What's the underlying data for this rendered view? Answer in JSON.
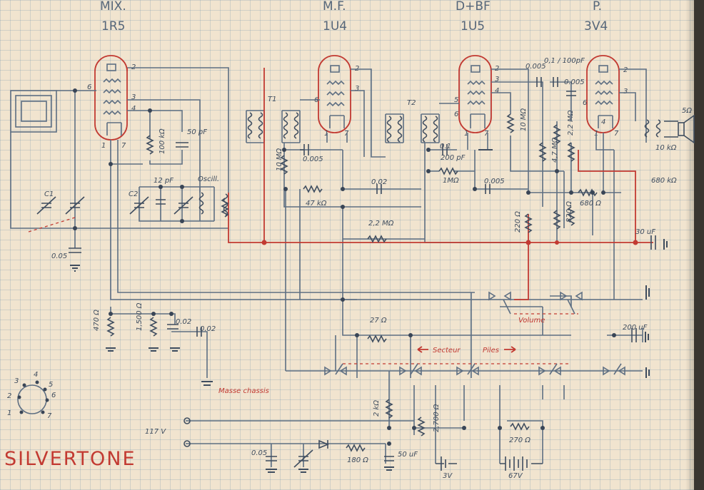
{
  "tubes": [
    {
      "role": "MIX.",
      "type": "1R5"
    },
    {
      "role": "M.F.",
      "type": "1U4"
    },
    {
      "role": "D+BF",
      "type": "1U5"
    },
    {
      "role": "P.",
      "type": "3V4"
    }
  ],
  "transformers": [
    "T1",
    "T2"
  ],
  "labels": {
    "oscill": "Oscill.",
    "masse_chassis": "Masse chassis",
    "volume": "Volume",
    "secteur": "Secteur",
    "piles": "Piles",
    "c1": "C1",
    "c2": "C2",
    "speaker": "5Ω",
    "out_imp": "10 kΩ",
    "r680k": "680 kΩ",
    "mains": "117 V",
    "bat_low": "3V",
    "bat_high": "67V"
  },
  "components": {
    "c005_ant": "0.05",
    "r100k_mix": "100 kΩ",
    "c50pf": "50 pF",
    "c12pf": "12 pF",
    "r10m": "10 MΩ",
    "c0005_if": "0.005",
    "r47k": "47 kΩ",
    "c002_if": "0.02",
    "r22m_agc": "2,2 MΩ",
    "c01": "0.1",
    "c200pf": "200 pF",
    "r1m": "1MΩ",
    "c0005_det": "0.005",
    "r10m_b": "10 MΩ",
    "r47m": "4,7 MΩ",
    "r220": "220 Ω",
    "c01_100pf": "0,1 / 100pF",
    "c0005_top": "0.005",
    "c0005_out": "0.005",
    "r22m_b": "2,2 MΩ",
    "r680": "680 Ω",
    "r820": "820 Ω",
    "c30uf": "30 uF",
    "r470": "470 Ω",
    "r1500": "1,500 Ω",
    "c002_a": "0.02",
    "c002_b": "0.02",
    "r27": "27 Ω",
    "c200uf": "200 uF",
    "r2k": "2 kΩ",
    "r2700": "2,700 Ω",
    "r270": "270 Ω",
    "c005_psu": "0.05",
    "r180": "180 Ω",
    "c50uf": "50 uF"
  },
  "pins": {
    "mix": [
      "2",
      "3",
      "4",
      "6",
      "1",
      "7"
    ],
    "mf": [
      "2",
      "3",
      "6",
      "1",
      "7"
    ],
    "det": [
      "2",
      "3",
      "4",
      "5",
      "6",
      "1",
      "7"
    ],
    "pa": [
      "2",
      "3",
      "6",
      "1",
      "7",
      "4"
    ]
  },
  "socket_pins": [
    "1",
    "2",
    "3",
    "4",
    "5",
    "6",
    "7"
  ],
  "brand": "SILVERTONE"
}
